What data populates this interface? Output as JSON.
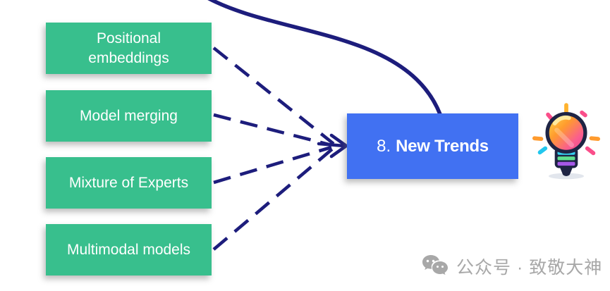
{
  "colors": {
    "node-green": "#38bf8d",
    "node-blue": "#4171f2",
    "connector-navy": "#1d1d7c",
    "watermark-gray": "#a8a8a8"
  },
  "diagram": {
    "source_nodes": [
      {
        "label": "Positional embeddings"
      },
      {
        "label": "Model merging"
      },
      {
        "label": "Mixture of Experts"
      },
      {
        "label": "Multimodal models"
      }
    ],
    "target_node": {
      "number": "8.",
      "title": "New Trends"
    },
    "edges": {
      "style": "dashed-arrows-converging-to-target",
      "extra": "solid-curve-from-top-offscreen-to-target"
    },
    "decoration_icon": "lightbulb-icon"
  },
  "watermark": {
    "icon": "wechat-icon",
    "text": "公众号 · 致敬大神"
  }
}
